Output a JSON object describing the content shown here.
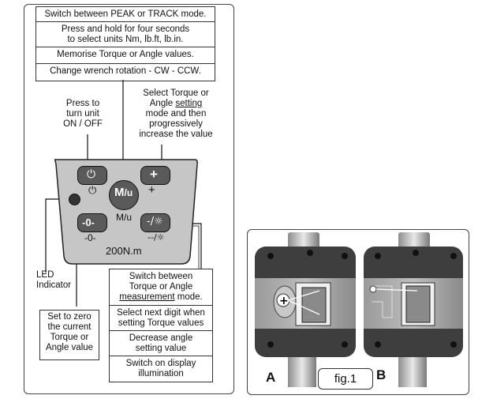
{
  "left": {
    "top_boxes": [
      "Switch between PEAK or TRACK mode.",
      "Press and hold for four seconds\nto select units Nm, lb.ft, lb.in.",
      "Memorise Torque or Angle values.",
      "Change wrench rotation - CW - CCW."
    ],
    "power_label": "Press to\nturn unit\nON / OFF",
    "select_label_a": "Select Torque or\nAngle ",
    "select_label_u": "setting",
    "select_label_b": "\nmode and then\nprogressively\nincrease the value",
    "device": {
      "btn_m_top": "M",
      "btn_m_bottom": "u",
      "plus_mark": "+",
      "zero_mark": "-0-",
      "m_under": "M/u",
      "light_mark": "--/☼",
      "display": "200N.m"
    },
    "led_label": "LED\nIndicator",
    "zero_label": "Set to zero\nthe current\nTorque or\nAngle value",
    "right_stack": {
      "c1_a": "Switch between\nTorque or Angle\n",
      "c1_u": "measurement",
      "c1_b": " mode.",
      "c2": "Select next digit when\nsetting Torque values",
      "c3": "Decrease angle\nsetting value",
      "c4": "Switch on display\nillumination"
    }
  },
  "right": {
    "label_a": "A",
    "label_b": "B",
    "fig": "fig.1"
  }
}
